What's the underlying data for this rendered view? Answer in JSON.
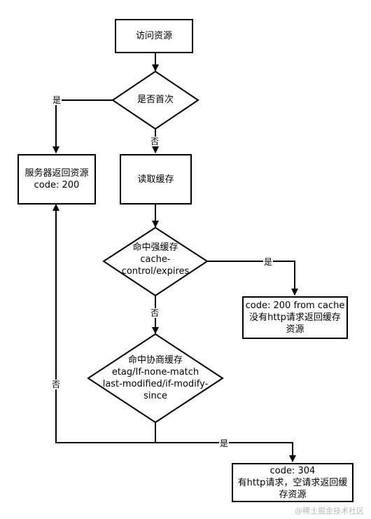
{
  "nodes": {
    "access": "访问资源",
    "first_time": "是否首次",
    "server_return": "服务器返回资源\ncode: 200",
    "read_cache": "读取缓存",
    "strong_cache": "命中强缓存\ncache-\ncontrol/expires",
    "from_cache": "code: 200 from cache\n没有http请求返回缓存\n资源",
    "negotiated_cache": "命中协商缓存\netag/If-none-match\nlast-modified/if-modify-\nsince",
    "code_304": "code: 304\n有http请求，空请求返回缓\n存资源"
  },
  "labels": {
    "yes_first": "是",
    "no_first": "否",
    "yes_strong": "是",
    "no_strong": "否",
    "yes_negotiated": "是",
    "no_negotiated": "否"
  },
  "watermark": "@稀土掘金技术社区"
}
